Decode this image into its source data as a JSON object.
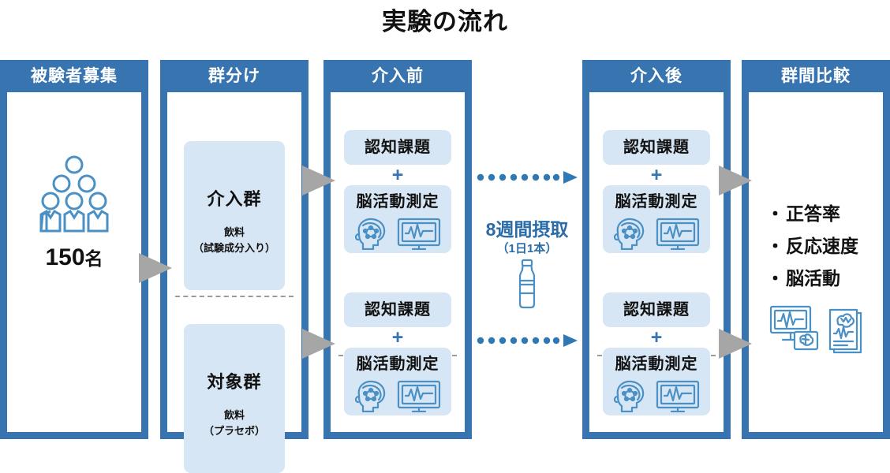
{
  "title": "実験の流れ",
  "colors": {
    "header_blue": "#3875b0",
    "pill_blue": "#d7e6f4",
    "icon_blue": "#4a90c4",
    "accent_text_blue": "#2a6ca8",
    "arrow_gray": "#a6a6a6",
    "divider_gray": "#9a9a9a"
  },
  "columns": [
    {
      "id": "recruit",
      "header": "被験者募集",
      "icon": "group-of-people-icon",
      "count": "150",
      "count_suffix": "名"
    },
    {
      "id": "grouping",
      "header": "群分け",
      "groups": [
        {
          "title": "介入群",
          "sub_line1": "飲料",
          "sub_line2": "（試験成分入り）"
        },
        {
          "title": "対象群",
          "sub_line1": "飲料",
          "sub_line2": "（プラセボ）"
        }
      ]
    },
    {
      "id": "pre",
      "header": "介入前",
      "measurements": [
        {
          "task": "認知課題",
          "plus": "+",
          "measure": "脳活動測定",
          "icons": [
            "brain-head-icon",
            "monitor-waveform-icon"
          ]
        },
        {
          "task": "認知課題",
          "plus": "+",
          "measure": "脳活動測定",
          "icons": [
            "brain-head-icon",
            "monitor-waveform-icon"
          ]
        }
      ]
    },
    {
      "id": "post",
      "header": "介入後",
      "measurements": [
        {
          "task": "認知課題",
          "plus": "+",
          "measure": "脳活動測定",
          "icons": [
            "brain-head-icon",
            "monitor-waveform-icon"
          ]
        },
        {
          "task": "認知課題",
          "plus": "+",
          "measure": "脳活動測定",
          "icons": [
            "brain-head-icon",
            "monitor-waveform-icon"
          ]
        }
      ]
    },
    {
      "id": "compare",
      "header": "群間比較",
      "results": [
        {
          "bullet": "・",
          "label": "正答率"
        },
        {
          "bullet": "・",
          "label": "反応速度"
        },
        {
          "bullet": "・",
          "label": "脳活動"
        }
      ],
      "icons": [
        "monitor-brain-analysis-icon",
        "report-documents-icon"
      ]
    }
  ],
  "interval": {
    "title": "8週間摂取",
    "sub": "（1日1本）",
    "icon": "bottle-icon",
    "arrows": [
      "dotted-arrow-right",
      "dotted-arrow-right"
    ],
    "dot_count": 9
  },
  "connectors": [
    {
      "name": "arrow-recruit-to-grouping"
    },
    {
      "name": "arrow-grouping-to-pre-top"
    },
    {
      "name": "arrow-grouping-to-pre-bottom"
    },
    {
      "name": "arrow-post-to-compare-top"
    },
    {
      "name": "arrow-post-to-compare-bottom"
    }
  ]
}
